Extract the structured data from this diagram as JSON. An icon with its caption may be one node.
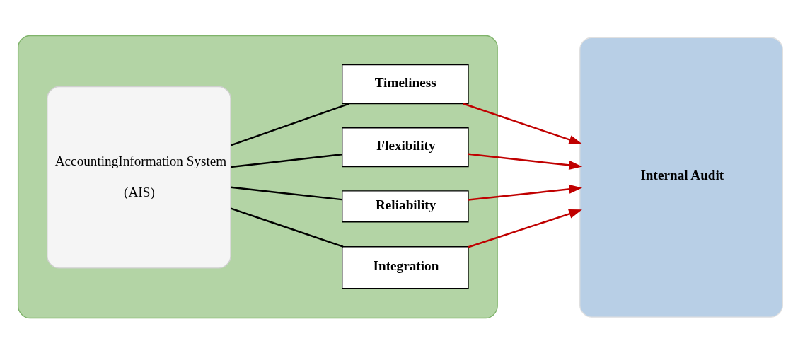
{
  "diagram": {
    "nodes": [
      {
        "text": [],
        "shape": "box"
      },
      {
        "text": [
          "AccountingInformation System",
          "(AIS)"
        ],
        "in": 0
      },
      {
        "text": [
          "Timeliness"
        ],
        "in": 0
      },
      {
        "text": [
          "Flexibility"
        ],
        "in": 0
      },
      {
        "text": [
          "Reliability"
        ],
        "in": 0
      },
      {
        "text": [
          "Integration"
        ],
        "in": 0
      },
      {
        "text": [
          "Internal Audit"
        ]
      }
    ],
    "edges": [
      {
        "from": 1,
        "to": 2,
        "arrow": "none",
        "color": "#000000"
      },
      {
        "from": 1,
        "to": 3,
        "arrow": "none",
        "color": "#000000"
      },
      {
        "from": 1,
        "to": 4,
        "arrow": "none",
        "color": "#000000"
      },
      {
        "from": 1,
        "to": 5,
        "arrow": "none",
        "color": "#000000"
      },
      {
        "from": 2,
        "to": 6,
        "arrow": "to",
        "color": "#c00000"
      },
      {
        "from": 3,
        "to": 6,
        "arrow": "to",
        "color": "#c00000"
      },
      {
        "from": 4,
        "to": 6,
        "arrow": "to",
        "color": "#c00000"
      },
      {
        "from": 5,
        "to": 6,
        "arrow": "to",
        "color": "#c00000"
      }
    ]
  }
}
